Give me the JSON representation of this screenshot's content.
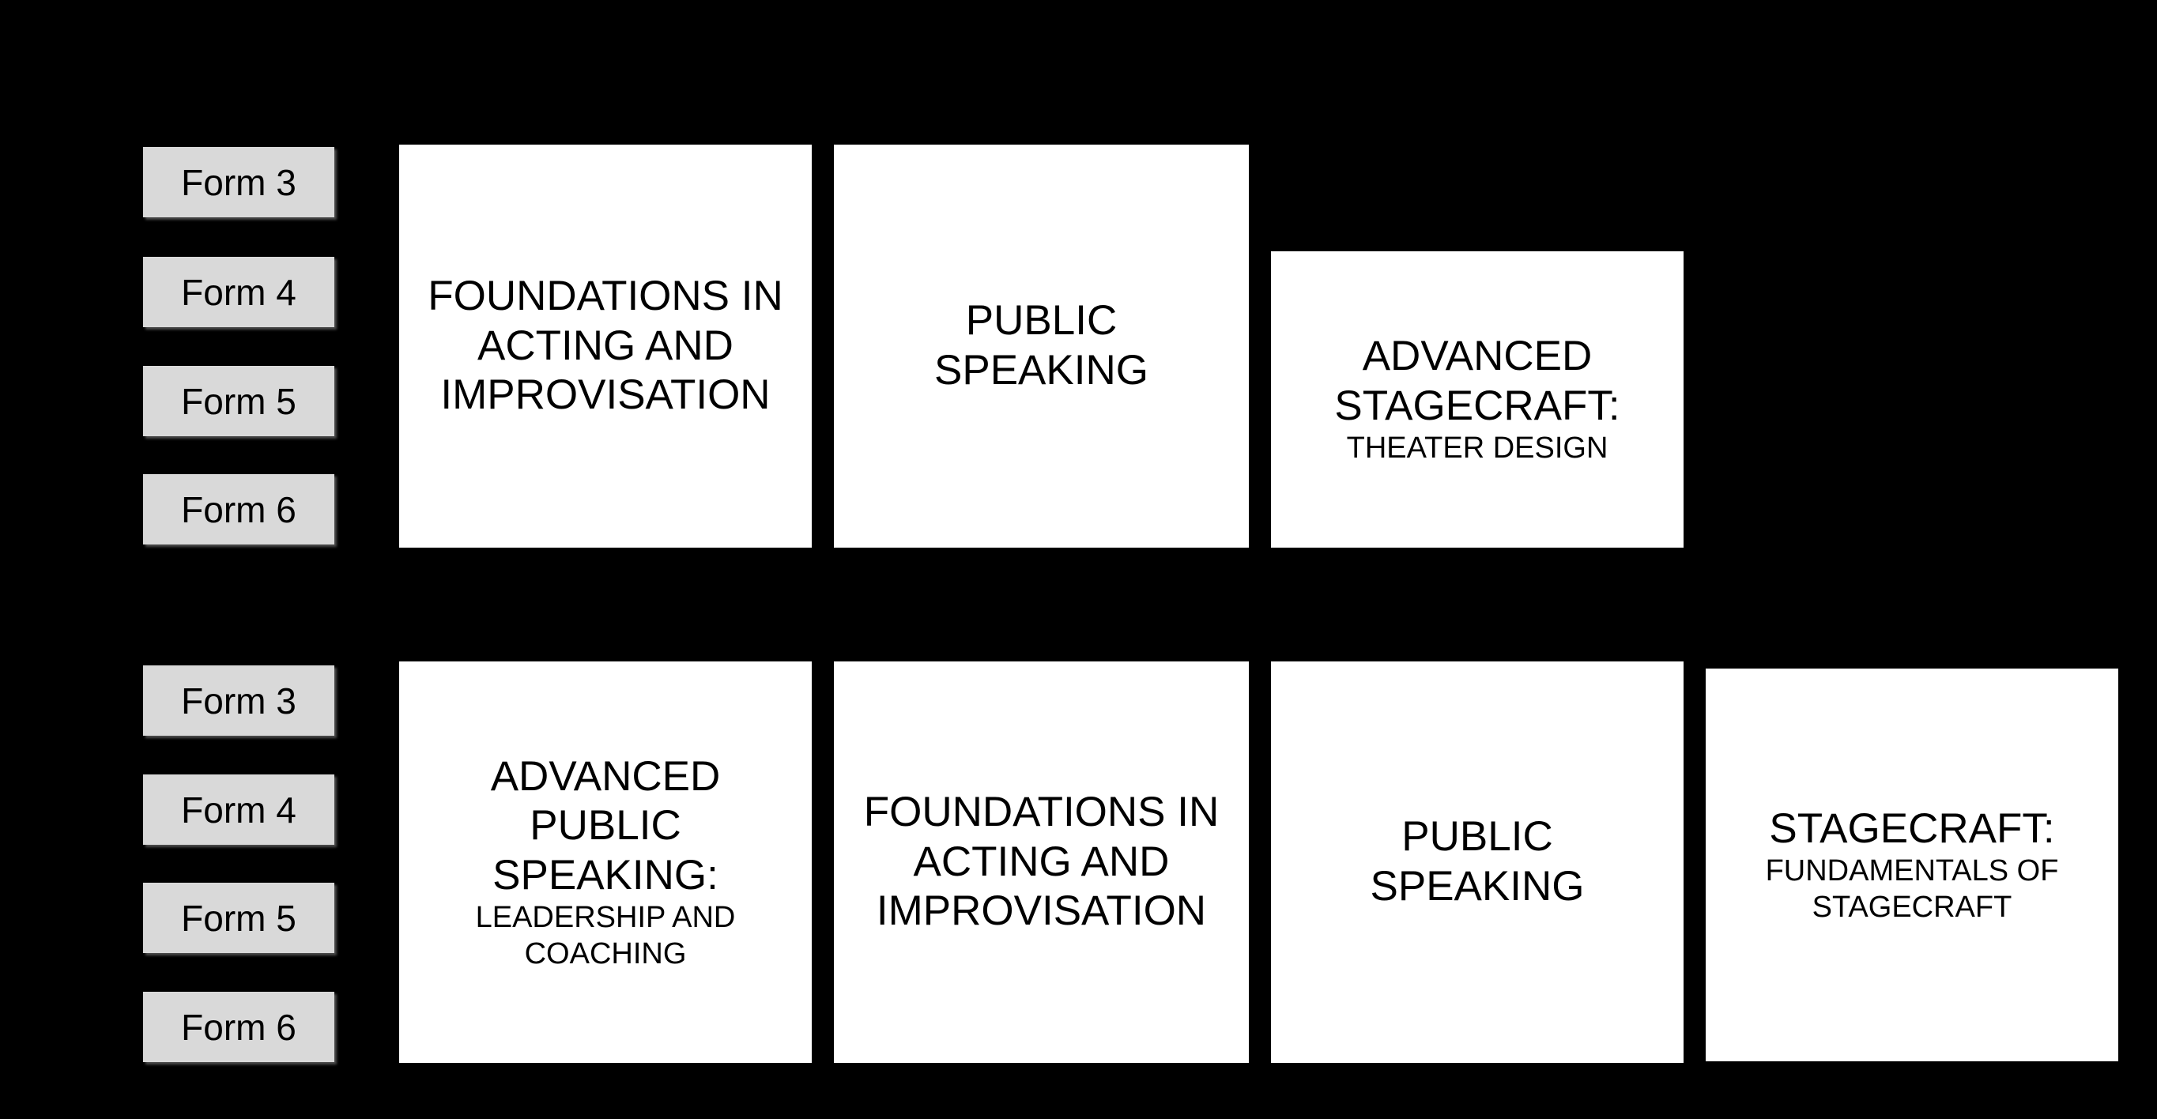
{
  "palette": {
    "slide_background": "#000000",
    "course_box_fill": "#ffffff",
    "course_box_text": "#000000",
    "form_label_fill": "#d9d9d9",
    "form_label_text": "#000000"
  },
  "sections": [
    {
      "name": "top-pathway",
      "form_labels": [
        "Form 3",
        "Form 4",
        "Form 5",
        "Form 6"
      ],
      "courses": [
        {
          "title": "FOUNDATIONS IN ACTING AND IMPROVISATION",
          "subtitle": ""
        },
        {
          "title": "PUBLIC SPEAKING",
          "subtitle": ""
        },
        {
          "title": "ADVANCED STAGECRAFT:",
          "subtitle": "THEATER DESIGN"
        }
      ]
    },
    {
      "name": "bottom-pathway",
      "form_labels": [
        "Form 3",
        "Form 4",
        "Form 5",
        "Form 6"
      ],
      "courses": [
        {
          "title": "ADVANCED PUBLIC SPEAKING:",
          "subtitle": "LEADERSHIP AND COACHING"
        },
        {
          "title": "FOUNDATIONS IN ACTING AND IMPROVISATION",
          "subtitle": ""
        },
        {
          "title": "PUBLIC SPEAKING",
          "subtitle": ""
        },
        {
          "title": "STAGECRAFT:",
          "subtitle": "FUNDAMENTALS OF STAGECRAFT"
        }
      ]
    }
  ]
}
